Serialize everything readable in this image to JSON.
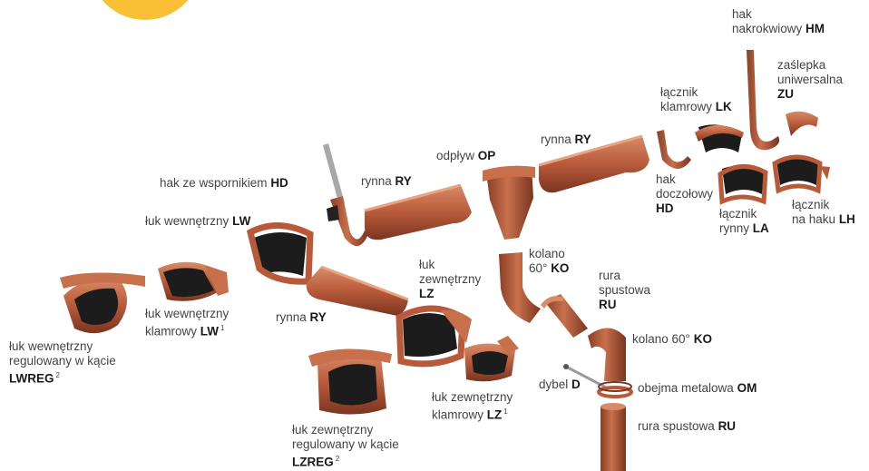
{
  "colors": {
    "copper": "#b85a3a",
    "copper_light": "#d98a67",
    "copper_dark": "#7a3520",
    "inner_black": "#1c1c1c",
    "sun": "#f9bf37"
  },
  "labels": {
    "hm": {
      "line1": "hak",
      "line2": "nakrokwiowy",
      "code": "HM"
    },
    "zu": {
      "line1": "zaślepka",
      "line2": "uniwersalna",
      "code": "ZU"
    },
    "lk": {
      "line1": "łącznik",
      "line2": "klamrowy",
      "code": "LK"
    },
    "ry_top": {
      "text": "rynna",
      "code": "RY"
    },
    "op": {
      "text": "odpływ",
      "code": "OP"
    },
    "hd_right": {
      "line1": "hak",
      "line2": "doczołowy",
      "code": "HD"
    },
    "la": {
      "line1": "łącznik",
      "line2": "rynny",
      "code": "LA"
    },
    "lh": {
      "line1": "łącznik",
      "line2": "na haku",
      "code": "LH"
    },
    "hd_left": {
      "text": "hak ze wspornikiem",
      "code": "HD"
    },
    "ry_mid": {
      "text": "rynna",
      "code": "RY"
    },
    "lw": {
      "text": "łuk wewnętrzny",
      "code": "LW"
    },
    "ko_top": {
      "line1": "kolano",
      "line2": "60°",
      "code": "KO"
    },
    "lz": {
      "line1": "łuk",
      "line2": "zewnętrzny",
      "code": "LZ"
    },
    "ru_top": {
      "line1": "rura",
      "line2": "spustowa",
      "code": "RU"
    },
    "lw_clamp": {
      "line1": "łuk wewnętrzny",
      "line2": "klamrowy",
      "code": "LW",
      "sup": "1"
    },
    "ry_low": {
      "text": "rynna",
      "code": "RY"
    },
    "lwreg": {
      "line1": "łuk wewnętrzny",
      "line2": "regulowany w kącie",
      "code": "LWREG",
      "sup": "2"
    },
    "ko_mid": {
      "text": "kolano 60°",
      "code": "KO"
    },
    "d": {
      "text": "dybel",
      "code": "D"
    },
    "om": {
      "text": "obejma metalowa",
      "code": "OM"
    },
    "lz_clamp": {
      "line1": "łuk zewnętrzny",
      "line2": "klamrowy",
      "code": "LZ",
      "sup": "1"
    },
    "ru_low": {
      "text": "rura spustowa",
      "code": "RU"
    },
    "lzreg": {
      "line1": "łuk zewnętrzny",
      "line2": "regulowany w kącie",
      "code": "LZREG",
      "sup": "2"
    }
  }
}
